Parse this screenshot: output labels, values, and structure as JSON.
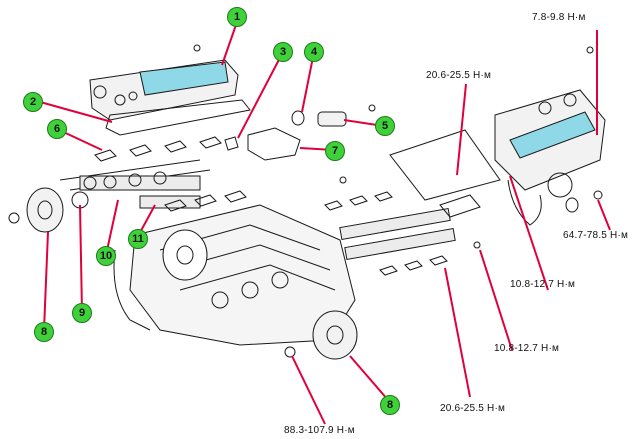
{
  "callouts": [
    "1",
    "2",
    "3",
    "4",
    "5",
    "6",
    "7",
    "8",
    "9",
    "10",
    "11",
    "8"
  ],
  "torque_specs": [
    "7.8-9.8 Н·м",
    "20.6-25.5 Н·м",
    "64.7-78.5 Н·м",
    "10.8-12.7 Н·м",
    "10.8-12.7 Н·м",
    "20.6-25.5 Н·м",
    "88.3-107.9 Н·м"
  ],
  "colors": {
    "leader": "#e0003c",
    "callout_fill": "#3fd13a",
    "highlight": "#8fd8e8",
    "line": "#1a1a1a"
  }
}
